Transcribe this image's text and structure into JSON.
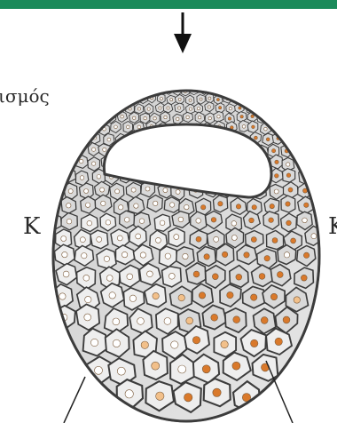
{
  "header": {
    "bar_color": "#1a8a5a"
  },
  "labels": {
    "partial_left": "ισμός",
    "left": "Κ",
    "right": "Κ"
  },
  "colors": {
    "cell_outline": "#3c3c3c",
    "cell_fill": "#d9d9d9",
    "cell_fill_light": "#eeeeee",
    "nucleus_white": "#ffffff",
    "nucleus_orange": "#d9792b",
    "nucleus_pale": "#f2c08a"
  },
  "icons": {
    "arrow": "down-arrow-icon"
  }
}
